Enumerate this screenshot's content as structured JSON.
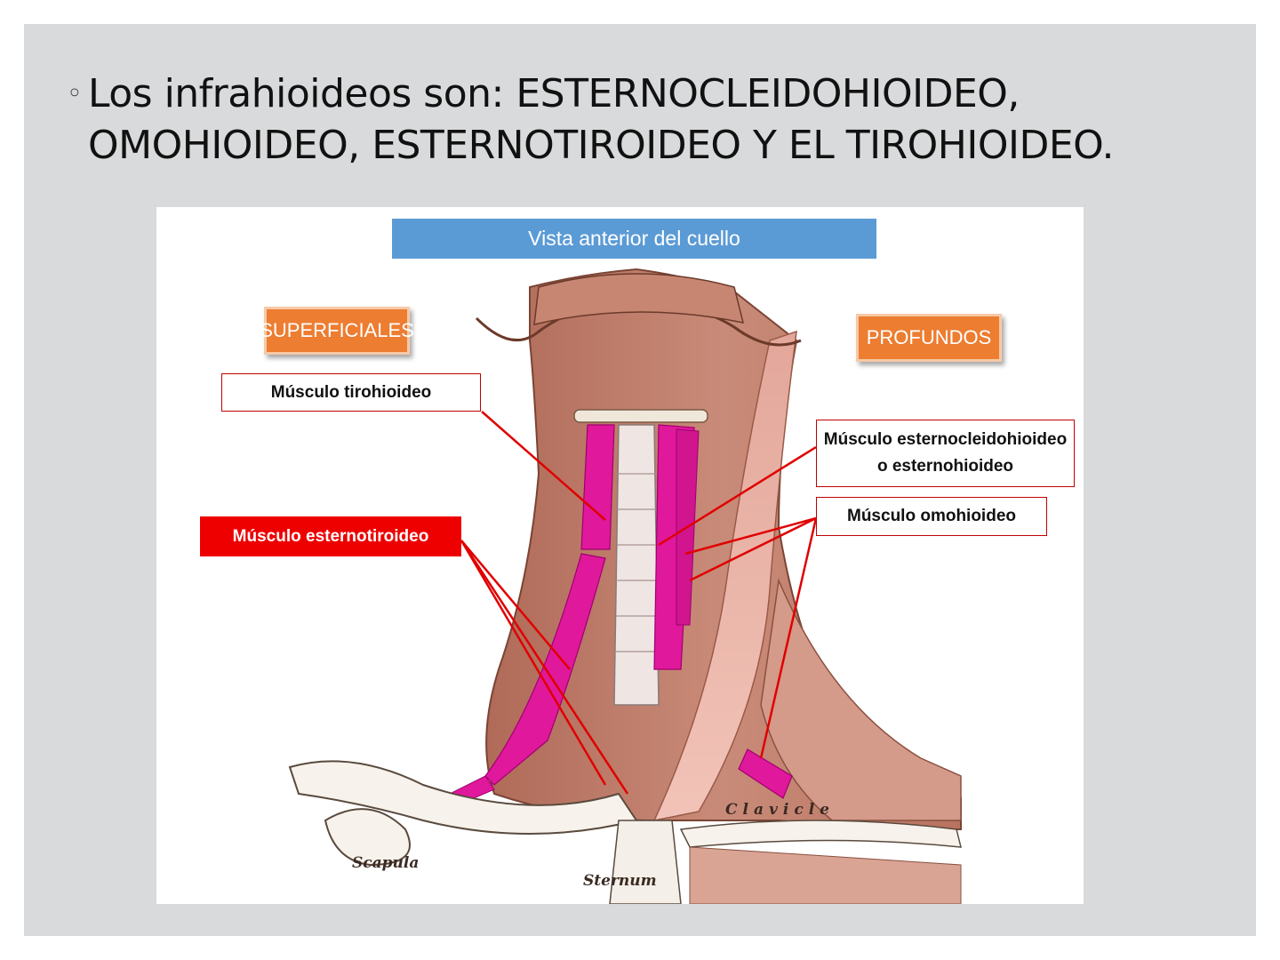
{
  "slide": {
    "bullet_symbol": "◦",
    "bullet_text": "Los infrahioideos son: ESTERNOCLEIDOHIOIDEO, OMOHIOIDEO, ESTERNOTIROIDEO Y EL TIROHIOIDEO."
  },
  "figure": {
    "title": "Vista anterior del  cuello",
    "categories": {
      "superficial": "SUPERFICIALES",
      "deep": "PROFUNDOS"
    },
    "labels": {
      "tirohioideo": "Músculo tirohioideo",
      "esternotiroideo": "Músculo esternotiroideo",
      "esternocleidohioideo_line1": "Músculo esternocleidohioideo",
      "esternocleidohioideo_line2": "o esternohioideo",
      "omohioideo": "Músculo omohioideo"
    },
    "anatomy_labels": {
      "scapula": "Scapula",
      "sternum": "Sternum",
      "clavicle": "Clavicle"
    },
    "colors": {
      "title_bar": "#5b9bd5",
      "category_box": "#ed7d31",
      "highlight_label": "#ee0000",
      "pointer_lines": "#e00000",
      "highlighted_muscle": "#e0189c",
      "muscle_tissue": "#c47f6d"
    }
  }
}
